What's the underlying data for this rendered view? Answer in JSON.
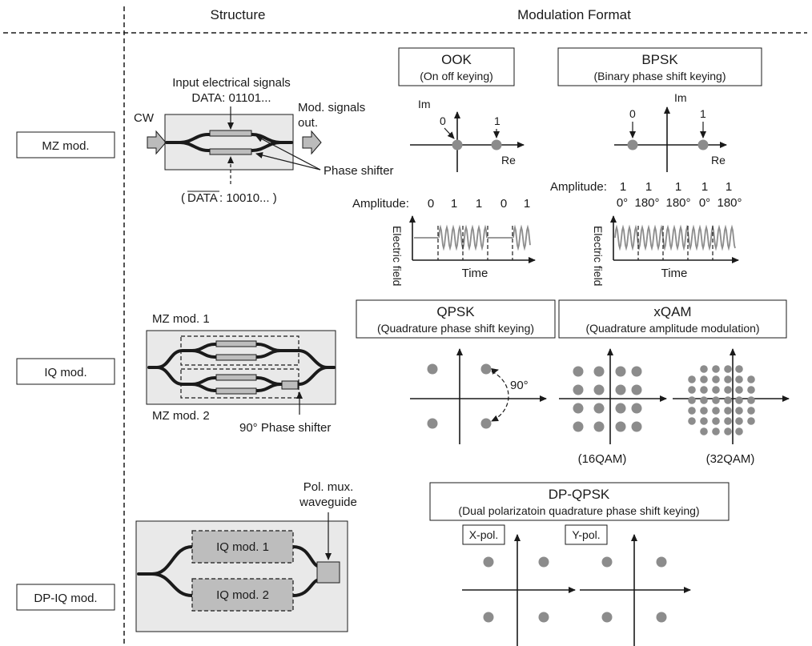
{
  "headers": {
    "structure": "Structure",
    "format": "Modulation Format"
  },
  "rows": {
    "mz": "MZ mod.",
    "iq": "IQ mod.",
    "dpiq": "DP-IQ mod."
  },
  "mz_structure": {
    "input_line1": "Input electrical signals",
    "input_line2": "DATA: 01101...",
    "cw": "CW",
    "out_line1": "Mod. signals",
    "out_line2": "out.",
    "phase_shifter": "Phase shifter",
    "paren_open": "(",
    "data_bar": "DATA",
    "data_bar_rest": ": 10010... )"
  },
  "ook": {
    "title": "OOK",
    "subtitle": "(On off keying)",
    "im": "Im",
    "re": "Re",
    "zero": "0",
    "one": "1",
    "amp_label": "Amplitude:",
    "amps": [
      "0",
      "1",
      "1",
      "0",
      "1"
    ],
    "ylabel": "Electric field",
    "xlabel": "Time"
  },
  "bpsk": {
    "title": "BPSK",
    "subtitle": "(Binary phase shift keying)",
    "im": "Im",
    "re": "Re",
    "zero": "0",
    "one": "1",
    "amp_label": "Amplitude:",
    "amps": [
      "1",
      "1",
      "1",
      "1",
      "1"
    ],
    "phases": [
      "0°",
      "180°",
      "180°",
      "0°",
      "180°"
    ],
    "ylabel": "Electric field",
    "xlabel": "Time"
  },
  "iq_structure": {
    "mz1": "MZ mod. 1",
    "mz2": "MZ mod. 2",
    "ps90": "90° Phase shifter"
  },
  "qpsk": {
    "title": "QPSK",
    "subtitle": "(Quadrature phase shift keying)",
    "angle": "90°"
  },
  "xqam": {
    "title": "xQAM",
    "subtitle": "(Quadrature amplitude modulation)",
    "qam16": "(16QAM)",
    "qam32": "(32QAM)"
  },
  "dp_structure": {
    "polmux1": "Pol. mux.",
    "polmux2": "waveguide",
    "iq1": "IQ mod. 1",
    "iq2": "IQ mod. 2"
  },
  "dpqpsk": {
    "title": "DP-QPSK",
    "subtitle": "(Dual polarizatoin quadrature phase shift keying)",
    "xpol": "X-pol.",
    "ypol": "Y-pol."
  },
  "colors": {
    "dot": "#8c8c8c",
    "chip": "#e9e9e9",
    "ink": "#1a1a1a"
  }
}
